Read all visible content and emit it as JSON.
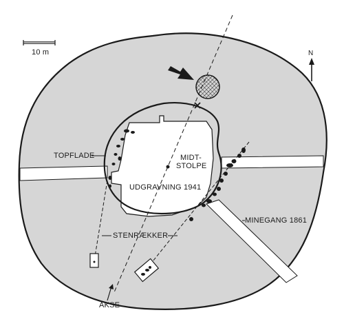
{
  "scale": {
    "label": "10 m"
  },
  "north": {
    "label": "N"
  },
  "labels": {
    "topflade": "TOPFLADE",
    "midtstolpe_line1": "MIDT-",
    "midtstolpe_line2": "STOLPE",
    "udgravning": "UDGRAVNING 1941",
    "minegang": "MINEGANG 1861",
    "stenraekker": "STENRÆKKER",
    "akse": "AKSE"
  },
  "colors": {
    "mound": "#d6d6d6",
    "ink": "#1a1a1a",
    "paper": "#ffffff"
  }
}
